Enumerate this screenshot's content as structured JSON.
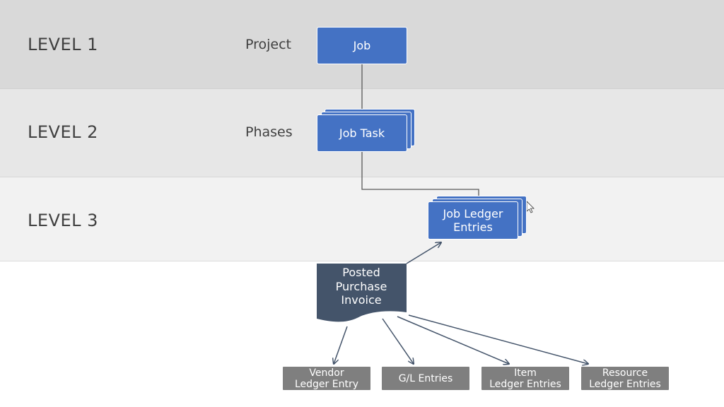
{
  "levels": {
    "level1": "LEVEL 1",
    "level2": "LEVEL 2",
    "level3": "LEVEL 3"
  },
  "row_labels": {
    "project": "Project",
    "phases": "Phases"
  },
  "boxes": {
    "job": "Job",
    "job_task": "Job Task",
    "job_ledger_entries": [
      "Job Ledger",
      "Entries"
    ]
  },
  "document": {
    "lines": [
      "Posted",
      "Purchase",
      "Invoice"
    ]
  },
  "entries": [
    {
      "lines": [
        "Vendor",
        "Ledger Entry"
      ]
    },
    {
      "lines": [
        "G/L Entries"
      ]
    },
    {
      "lines": [
        "Item",
        "Ledger Entries"
      ]
    },
    {
      "lines": [
        "Resource",
        "Ledger Entries"
      ]
    }
  ],
  "colors": {
    "blue": "#4472c4",
    "navy": "#44546a",
    "gray_box": "#7f7f7f",
    "connector": "#595959"
  }
}
